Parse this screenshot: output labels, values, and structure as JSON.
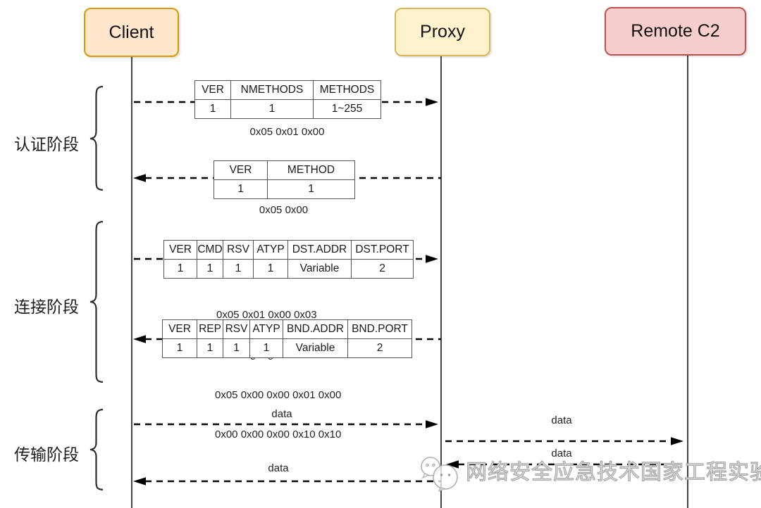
{
  "actors": {
    "client": "Client",
    "proxy": "Proxy",
    "remote": "Remote C2"
  },
  "phases": {
    "auth": "认证阶段",
    "connect": "连接阶段",
    "transfer": "传输阶段"
  },
  "t1": {
    "headers": [
      "VER",
      "NMETHODS",
      "METHODS"
    ],
    "values": [
      "1",
      "1",
      "1~255"
    ],
    "caption": "0x05 0x01 0x00"
  },
  "t2": {
    "headers": [
      "VER",
      "METHOD"
    ],
    "values": [
      "1",
      "1"
    ],
    "caption": "0x05 0x00"
  },
  "t3": {
    "headers": [
      "VER",
      "CMD",
      "RSV",
      "ATYP",
      "DST.ADDR",
      "DST.PORT"
    ],
    "values": [
      "1",
      "1",
      "1",
      "1",
      "Variable",
      "2"
    ],
    "caption_line1": "0x05 0x01 0x00 0x03",
    "caption_line2": "0x0a b'google.com'  0x00 0x50"
  },
  "t4": {
    "headers": [
      "VER",
      "REP",
      "RSV",
      "ATYP",
      "BND.ADDR",
      "BND.PORT"
    ],
    "values": [
      "1",
      "1",
      "1",
      "1",
      "Variable",
      "2"
    ],
    "caption_line1": "0x05 0x00 0x00 0x01 0x00",
    "caption_line2": "0x00 0x00 0x00 0x10 0x10"
  },
  "labels": {
    "data": "data"
  },
  "watermark": {
    "text": "网络安全应急技术国家工程实验室",
    "logo_icon": "chat-bubbles-panda"
  },
  "colors": {
    "client_fill": "#ffe6cc",
    "client_border": "#d79b00",
    "proxy_fill": "#fff2cc",
    "proxy_border": "#d6b656",
    "remote_fill": "#f8cecc",
    "remote_border": "#b85450",
    "line": "#000000",
    "table_border": "#565656",
    "watermark": "#ababab"
  }
}
